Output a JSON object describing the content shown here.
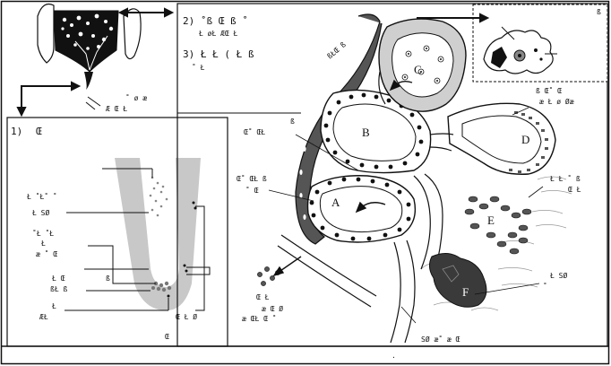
{
  "colors": {
    "dark_gland": "#555555",
    "light_gland": "#cfcfcf",
    "cell_fill": "#ffffff",
    "nucleus": "#1a1a1a",
    "ink": "#111111",
    "crypt_gray": "#c8c8c8",
    "tumor": "#3a3a3a"
  },
  "top_icon": {
    "name": "tissue-block-icon",
    "caption_l1": "˚ ø æ",
    "caption_l2": "Æ Œ Ł"
  },
  "panel_1": {
    "number": "1)",
    "title": "Œ",
    "left_labels": [
      {
        "id": "l1a",
        "text": "Ł ˚Ł˚ ˚"
      },
      {
        "id": "l1b",
        "text": "Ł SØ"
      },
      {
        "id": "l2a",
        "text": "˚Ł ˚Ł"
      },
      {
        "id": "l2b",
        "text": "Ł"
      },
      {
        "id": "l2c",
        "text": "æ ˚ Œ"
      },
      {
        "id": "l3a",
        "text": "Ł Œ"
      },
      {
        "id": "l3b",
        "text": "ßŁ ß"
      },
      {
        "id": "l4a",
        "text": "Ł"
      },
      {
        "id": "l4b",
        "text": "ÆŁ"
      }
    ],
    "right_labels": [
      {
        "id": "r1",
        "text": "ß"
      },
      {
        "id": "r2",
        "text": "Œ Ł Ø"
      },
      {
        "id": "r3",
        "text": "Œ"
      }
    ]
  },
  "panel_2": {
    "line_2": "2) ˚ß Œ ß ˚",
    "line_2b": "Ł øŁ ÆŒ Ł",
    "line_3": "3) Ł Ł ( Ł ß",
    "line_3b": "˚ Ł"
  },
  "inset": {
    "corner_mark": "ß"
  },
  "main": {
    "letters": {
      "A": "A",
      "B": "B",
      "C": "C",
      "D": "D",
      "E": "E",
      "F": "F"
    },
    "labels": [
      {
        "id": "m_top_duct",
        "text": "ßŁŒ ß"
      },
      {
        "id": "m_left1",
        "text": "Œ˚ ŒŁ"
      },
      {
        "id": "m_left1b",
        "text": "ß"
      },
      {
        "id": "m_left2",
        "text": "Œ˚ ŒŁ ß"
      },
      {
        "id": "m_left2b",
        "text": "˚ Œ"
      },
      {
        "id": "m_right_top",
        "text": "ß Œ˚ Œ"
      },
      {
        "id": "m_right_topb",
        "text": "æ Ł ø Øæ"
      },
      {
        "id": "m_right_mid",
        "text": "Ł Ł ˚ ß"
      },
      {
        "id": "m_right_midb",
        "text": "Œ Ł"
      },
      {
        "id": "m_right_low",
        "text": "Ł SØ"
      },
      {
        "id": "m_right_lowb",
        "text": "˚"
      },
      {
        "id": "m_bot_left1",
        "text": "Œ Ł"
      },
      {
        "id": "m_bot_left2",
        "text": "æ Œ Ø"
      },
      {
        "id": "m_bot_left3",
        "text": "æ ŒŁ Œ ˚"
      },
      {
        "id": "m_bot_mid",
        "text": "SØ æ˚ æ Œ"
      }
    ]
  },
  "footer": {
    "dot": "."
  }
}
